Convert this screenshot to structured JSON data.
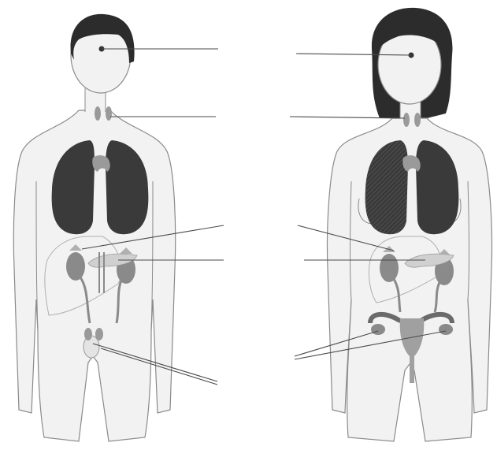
{
  "figure": {
    "background": "#ffffff",
    "body_fill": "#f2f2f2",
    "outline": "#8a8a8a",
    "lung_fill": "#3a3a3a",
    "gland_fill": "#9a9a9a",
    "hair_fill": "#2c2c2c",
    "leader_color": "#4a4a4a"
  },
  "figures": [
    {
      "sex": "male",
      "blank_label_count": 5
    },
    {
      "sex": "female",
      "blank_label_count": 5
    }
  ]
}
